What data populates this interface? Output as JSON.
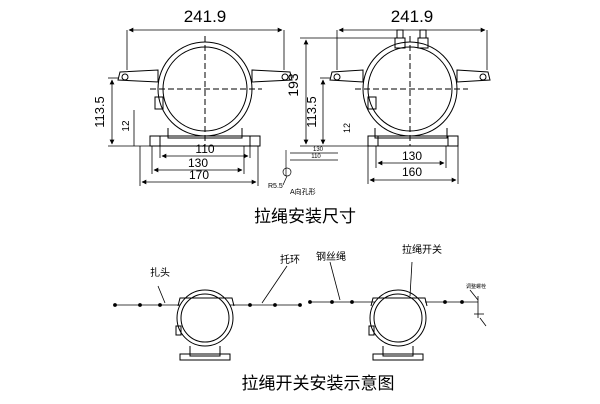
{
  "dimensions_diagram": {
    "title": "拉绳安装尺寸",
    "left_unit": {
      "width_top": "241.9",
      "height_side": "113.5",
      "small_height": "12",
      "base_inner": "110",
      "base_mid": "130",
      "base_outer": "170"
    },
    "right_unit": {
      "width_top": "241.9",
      "height_total": "193",
      "height_side": "113.5",
      "small_height": "12",
      "base_inner": "130",
      "base_outer": "160"
    },
    "detail_view": {
      "dim_a": "130",
      "dim_b": "110",
      "radius": "R5.5",
      "caption": "A向孔形"
    }
  },
  "installation_diagram": {
    "title": "拉绳开关安装示意图",
    "labels": {
      "clamp_head": "扎头",
      "support_ring": "托环",
      "steel_wire_rope": "钢丝绳",
      "pull_rope_switch": "拉绳开关",
      "adjust_screw": "调整螺栓"
    }
  }
}
